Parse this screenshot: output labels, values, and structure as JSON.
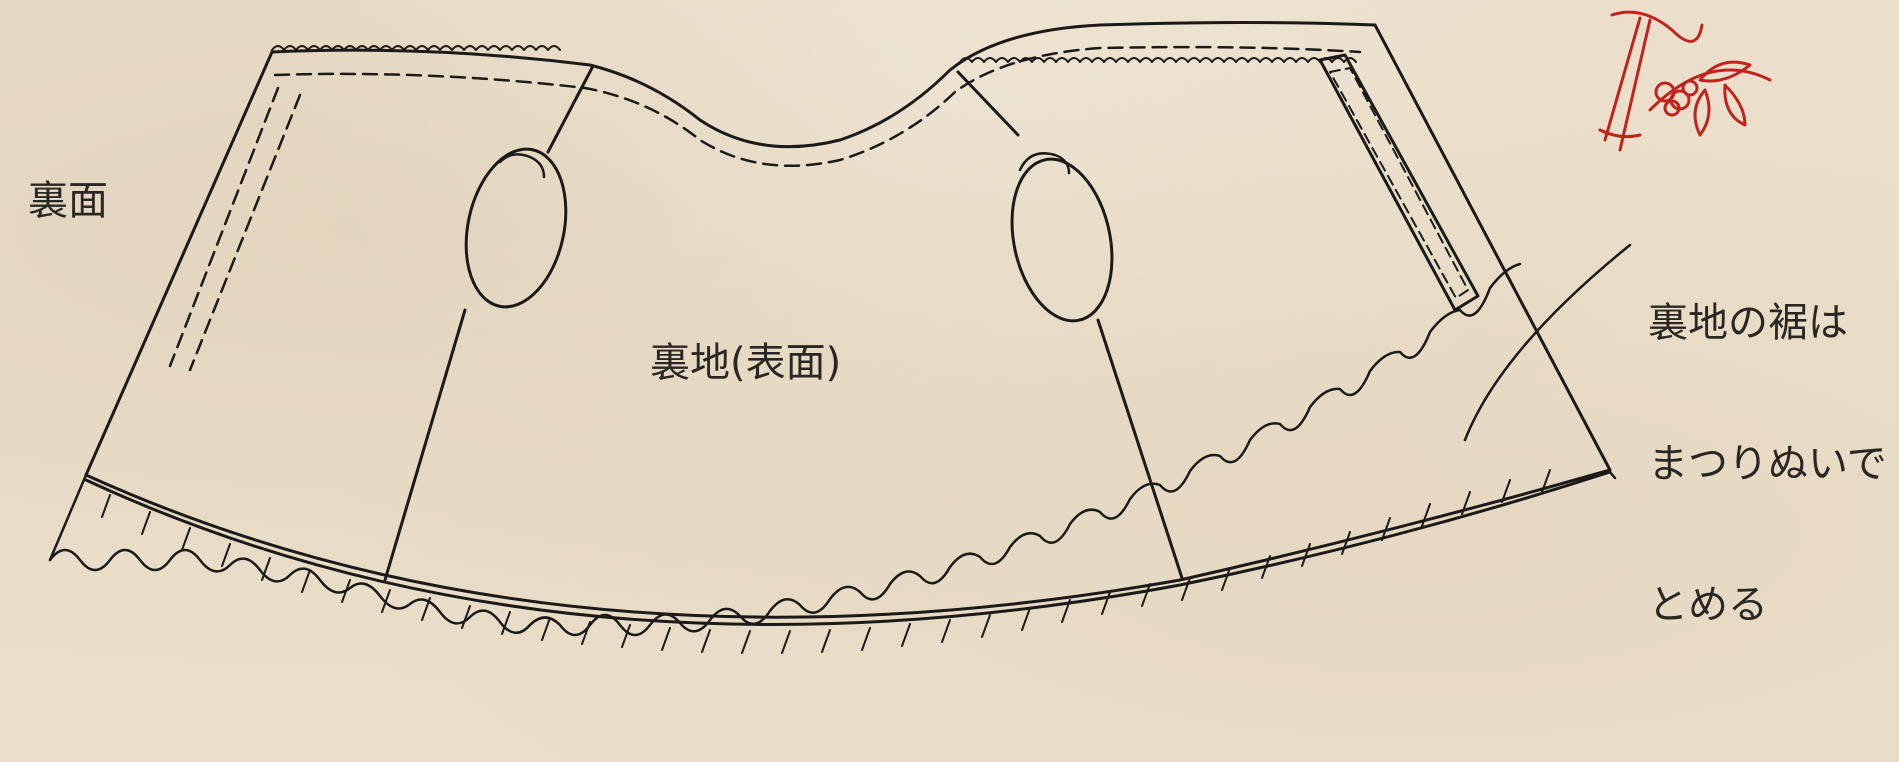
{
  "labels": {
    "back_side": "裏面",
    "lining_front": "裏地(表面)"
  },
  "note": {
    "lines": [
      "裏地の裾は",
      "まつりぬいで",
      "とめる"
    ]
  },
  "colors": {
    "background": "#ebdfcb",
    "ink": "#1c1a18",
    "ornament": "#c0231e"
  },
  "icons": {
    "ornament": "flower-ribbon-icon"
  }
}
